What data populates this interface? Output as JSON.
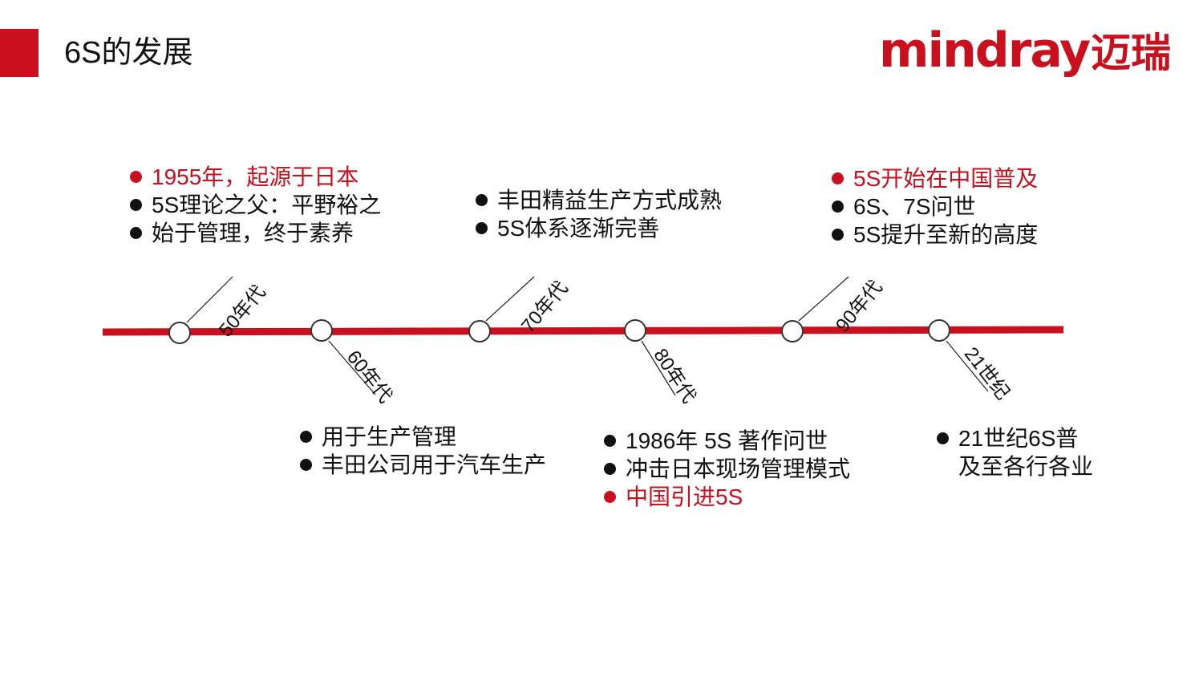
{
  "page": {
    "title": "6S的发展"
  },
  "brand": {
    "logo_latin": "mindray",
    "logo_cjk": "迈瑞",
    "accent": "#c8101e"
  },
  "timeline": {
    "line_color": "#c8101e",
    "eras": [
      {
        "label": "50年代"
      },
      {
        "label": "60年代"
      },
      {
        "label": "70年代"
      },
      {
        "label": "80年代"
      },
      {
        "label": "90年代"
      },
      {
        "label": "21世纪"
      }
    ]
  },
  "groups": [
    {
      "era": "50年代",
      "items": [
        {
          "text": "1955年，起源于日本",
          "highlight": true
        },
        {
          "text": "5S理论之父：平野裕之",
          "highlight": false
        },
        {
          "text": "始于管理，终于素养",
          "highlight": false
        }
      ]
    },
    {
      "era": "60年代",
      "items": [
        {
          "text": "用于生产管理",
          "highlight": false
        },
        {
          "text": "丰田公司用于汽车生产",
          "highlight": false
        }
      ]
    },
    {
      "era": "70年代",
      "items": [
        {
          "text": "丰田精益生产方式成熟",
          "highlight": false
        },
        {
          "text": "5S体系逐渐完善",
          "highlight": false
        }
      ]
    },
    {
      "era": "80年代",
      "items": [
        {
          "text": "1986年 5S 著作问世",
          "highlight": false
        },
        {
          "text": "冲击日本现场管理模式",
          "highlight": false
        },
        {
          "text": "中国引进5S",
          "highlight": true
        }
      ]
    },
    {
      "era": "90年代",
      "items": [
        {
          "text": "5S开始在中国普及",
          "highlight": true
        },
        {
          "text": "6S、7S问世",
          "highlight": false
        },
        {
          "text": "5S提升至新的高度",
          "highlight": false
        }
      ]
    },
    {
      "era": "21世纪",
      "items": [
        {
          "text": "21世纪6S普\n及至各行各业",
          "highlight": false
        }
      ]
    }
  ]
}
